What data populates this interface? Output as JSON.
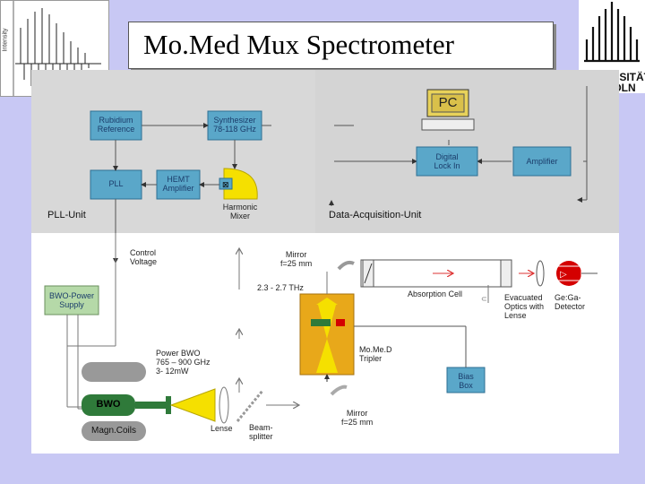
{
  "title": "Mo.Med Mux Spectrometer",
  "logo": {
    "line1": "UNIVERSITÄT",
    "line2": "ZU KÖLN"
  },
  "thumbnail_caption": "Intensity",
  "pll_unit": {
    "label": "PLL-Unit",
    "rubidium": "Rubidium\nReference",
    "synthesizer": "Synthesizer\n78-118 GHz",
    "pll": "PLL",
    "hemt": "HEMT\nAmplifier",
    "mixer": "Harmonic\nMixer"
  },
  "daq_unit": {
    "label": "Data-Acquisition-Unit",
    "pc": "PC",
    "lockin": "Digital\nLock In",
    "amplifier": "Amplifier"
  },
  "lower": {
    "control_voltage": "Control\nVoltage",
    "bwo_power": "BWO-Power\nSupply",
    "power_bwo": "Power BWO\n765 – 900 GHz\n3- 12mW",
    "bwo": "BWO",
    "magn_coils": "Magn.Coils",
    "lense": "Lense",
    "beamsplitter": "Beam-\nsplitter",
    "mirror_top": "Mirror\nf=25 mm",
    "mirror_bottom": "Mirror\nf=25 mm",
    "thz": "2.3 - 2.7 THz",
    "tripler": "Mo.Me.D\nTripler",
    "bias_box": "Bias\nBox",
    "absorption_cell": "Absorption Cell",
    "evacuated_optics": "Evacuated\nOptics with\nLense",
    "detector": "Ge:Ga-\nDetector"
  },
  "colors": {
    "slide_bg": "#c8c8f4",
    "upper_bg": "#d8d8d8",
    "box_fill": "#5aa7c9",
    "box_border": "#2e6f93",
    "bias_fill": "#5aa7c9",
    "green_box": "#b5d9a8",
    "yellow": "#f5e000",
    "tripler_orange": "#e8a81a",
    "bwo_green": "#2f7a3a",
    "detector_red": "#d40000",
    "gray_box": "#999999"
  }
}
